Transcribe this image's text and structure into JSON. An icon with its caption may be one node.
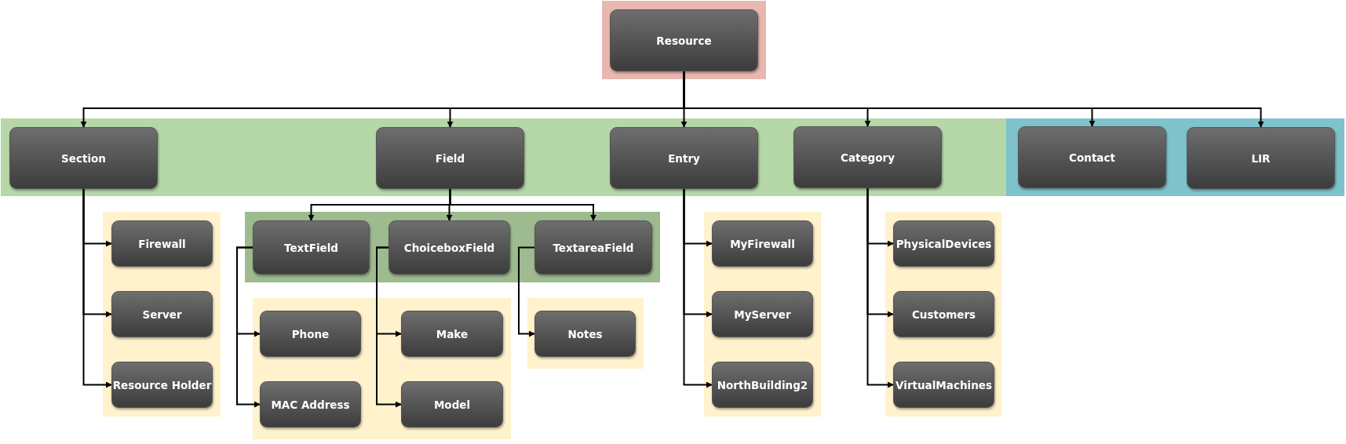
{
  "diagram": {
    "nodes": [
      {
        "text": [],
        "shape": "box"
      },
      {
        "text": [
          "Resource"
        ],
        "in": 0
      },
      {
        "text": [],
        "shape": "box"
      },
      {
        "text": [
          "Section"
        ],
        "in": 2
      },
      {
        "text": [
          "Field"
        ],
        "in": 2
      },
      {
        "text": [
          "Entry"
        ],
        "in": 2
      },
      {
        "text": [
          "Category"
        ],
        "in": 2
      },
      {
        "text": [],
        "shape": "box"
      },
      {
        "text": [
          "Contact"
        ],
        "in": 7
      },
      {
        "text": [
          "LIR"
        ],
        "in": 7
      },
      {
        "text": [],
        "shape": "box"
      },
      {
        "text": [
          "Firewall"
        ],
        "in": 10
      },
      {
        "text": [
          "Server"
        ],
        "in": 10
      },
      {
        "text": [
          "Resource Holder"
        ],
        "in": 10
      },
      {
        "text": [],
        "shape": "box"
      },
      {
        "text": [
          "TextField"
        ],
        "in": 14
      },
      {
        "text": [
          "ChoiceboxField"
        ],
        "in": 14
      },
      {
        "text": [
          "TextareaField"
        ],
        "in": 14
      },
      {
        "text": [],
        "shape": "box"
      },
      {
        "text": [
          "Phone"
        ],
        "in": 18
      },
      {
        "text": [
          "Make"
        ],
        "in": 18
      },
      {
        "text": [
          "MAC Address"
        ],
        "in": 18
      },
      {
        "text": [
          "Model"
        ],
        "in": 18
      },
      {
        "text": [],
        "shape": "box"
      },
      {
        "text": [
          "Notes"
        ],
        "in": 23
      },
      {
        "text": [],
        "shape": "box"
      },
      {
        "text": [
          "MyFirewall"
        ],
        "in": 25
      },
      {
        "text": [
          "MyServer"
        ],
        "in": 25
      },
      {
        "text": [
          "NorthBuilding2"
        ],
        "in": 25
      },
      {
        "text": [],
        "shape": "box"
      },
      {
        "text": [
          "PhysicalDevices"
        ],
        "in": 29
      },
      {
        "text": [
          "Customers"
        ],
        "in": 29
      },
      {
        "text": [
          "VirtualMachines"
        ],
        "in": 29
      }
    ],
    "edges": [
      {
        "from": 1,
        "to": 3,
        "arrow": "to"
      },
      {
        "from": 1,
        "to": 4,
        "arrow": "to"
      },
      {
        "from": 1,
        "to": 5,
        "arrow": "to"
      },
      {
        "from": 1,
        "to": 6,
        "arrow": "to"
      },
      {
        "from": 1,
        "to": 8,
        "arrow": "to"
      },
      {
        "from": 1,
        "to": 9,
        "arrow": "to"
      },
      {
        "from": 3,
        "to": 11,
        "arrow": "to"
      },
      {
        "from": 3,
        "to": 12,
        "arrow": "to"
      },
      {
        "from": 3,
        "to": 13,
        "arrow": "to"
      },
      {
        "from": 4,
        "to": 15,
        "arrow": "to"
      },
      {
        "from": 4,
        "to": 16,
        "arrow": "to"
      },
      {
        "from": 4,
        "to": 17,
        "arrow": "to"
      },
      {
        "from": 5,
        "to": 26,
        "arrow": "to"
      },
      {
        "from": 5,
        "to": 27,
        "arrow": "to"
      },
      {
        "from": 5,
        "to": 28,
        "arrow": "to"
      },
      {
        "from": 6,
        "to": 30,
        "arrow": "to"
      },
      {
        "from": 6,
        "to": 31,
        "arrow": "to"
      },
      {
        "from": 6,
        "to": 32,
        "arrow": "to"
      },
      {
        "from": 15,
        "to": 19,
        "arrow": "to"
      },
      {
        "from": 15,
        "to": 21,
        "arrow": "to"
      },
      {
        "from": 16,
        "to": 20,
        "arrow": "to"
      },
      {
        "from": 16,
        "to": 22,
        "arrow": "to"
      },
      {
        "from": 17,
        "to": 24,
        "arrow": "to"
      }
    ]
  }
}
